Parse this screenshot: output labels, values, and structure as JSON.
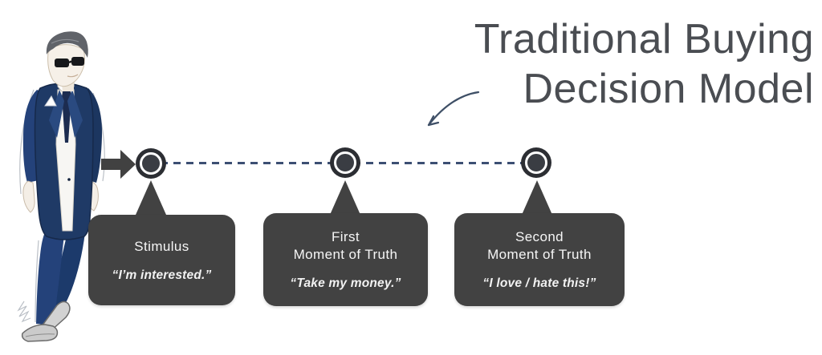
{
  "title": {
    "line1": "Traditional Buying",
    "line2": "Decision Model"
  },
  "timeline": {
    "stages": [
      {
        "label_lines": [
          "Stimulus"
        ],
        "quote": "“I’m interested.”"
      },
      {
        "label_lines": [
          "First",
          "Moment of Truth"
        ],
        "quote": "“Take my money.”"
      },
      {
        "label_lines": [
          "Second",
          "Moment of Truth"
        ],
        "quote": "“I love / hate this!”"
      }
    ]
  },
  "icons": {
    "flow_arrow": "block-arrow-right",
    "title_pointer": "curved-arrow-down-left",
    "illustration": "businessman-in-navy-suit-sketch"
  },
  "colors": {
    "background": "#ffffff",
    "title_text": "#4a4d52",
    "bubble_background": "#424242",
    "bubble_text": "#ffffff",
    "dashed_line_navy": "#3c4f73",
    "node_dark": "#2c2e33",
    "block_arrow_gray": "#414141",
    "suit_navy": "#1f3a66"
  }
}
